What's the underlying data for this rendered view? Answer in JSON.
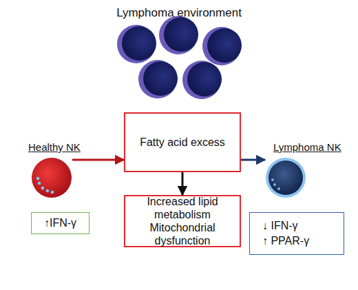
{
  "diagram": {
    "title": "Lymphoma environment",
    "nodes": [
      {
        "text": [
          "Healthy NK"
        ]
      },
      {
        "text": [
          "Fatty acid excess"
        ]
      },
      {
        "text": [
          "Lymphoma NK"
        ]
      },
      {
        "text": [
          "↑IFN-γ"
        ]
      },
      {
        "text": [
          "Increased lipid metabolism",
          "Mitochondrial dysfunction"
        ]
      },
      {
        "text": [
          "↓ IFN-γ",
          "↑ PPAR-γ"
        ]
      }
    ],
    "edges": [
      {
        "from": 0,
        "to": 1,
        "arrow": "to"
      },
      {
        "from": 1,
        "to": 2,
        "arrow": "to"
      },
      {
        "from": 1,
        "to": 4,
        "arrow": "to"
      }
    ]
  }
}
